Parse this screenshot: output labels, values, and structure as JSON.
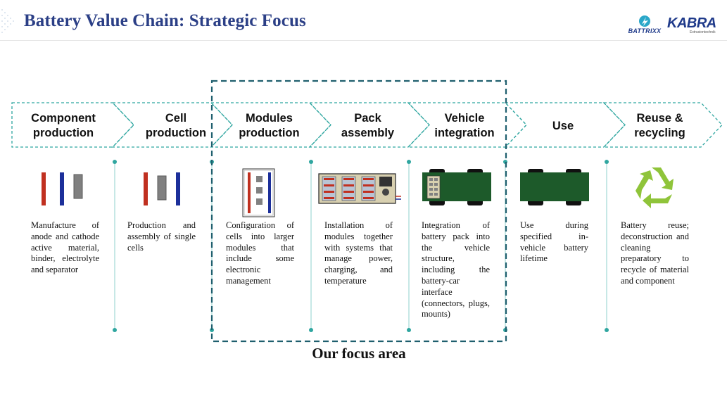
{
  "header": {
    "title": "Battery Value Chain: Strategic Focus",
    "logos": {
      "battrixx": "BATTRIXX",
      "kabra": "KABRA",
      "kabra_sub": "Extrusiontechnik"
    }
  },
  "colors": {
    "title": "#2b3f86",
    "chevron_border": "#2fa6a0",
    "focus_border": "#1f5f6e",
    "connector": "#2fa6a0",
    "cathode_red": "#c03020",
    "anode_blue": "#1c2f9a",
    "separator_gray": "#808080",
    "vehicle_green": "#1d5a2a",
    "recycle_green": "#8fc43a"
  },
  "stages": [
    {
      "label": "Component production",
      "icon": "electrode-strips-icon",
      "description": "Manufacture of anode and cathode active material, binder, electrolyte and separator"
    },
    {
      "label": "Cell production",
      "icon": "cell-stack-icon",
      "description": "Production and assembly of single cells"
    },
    {
      "label": "Modules production",
      "icon": "module-icon",
      "description": "Configuration of cells into larger modules that include some electronic management"
    },
    {
      "label": "Pack assembly",
      "icon": "battery-pack-icon",
      "description": "Installation of modules together with systems that manage power, charging, and temperature"
    },
    {
      "label": "Vehicle integration",
      "icon": "vehicle-with-battery-icon",
      "description": "Integration of battery pack into the vehicle structure, including the battery-car interface (connectors, plugs, mounts)"
    },
    {
      "label": "Use",
      "icon": "vehicle-icon",
      "description": "Use during specified in-vehicle battery lifetime"
    },
    {
      "label": "Reuse & recycling",
      "icon": "recycle-icon",
      "description": "Battery reuse; deconstruction and cleaning preparatory to recycle of material and component"
    }
  ],
  "focus_area": {
    "label": "Our focus area",
    "stages": [
      "Modules production",
      "Pack assembly",
      "Vehicle integration"
    ]
  }
}
